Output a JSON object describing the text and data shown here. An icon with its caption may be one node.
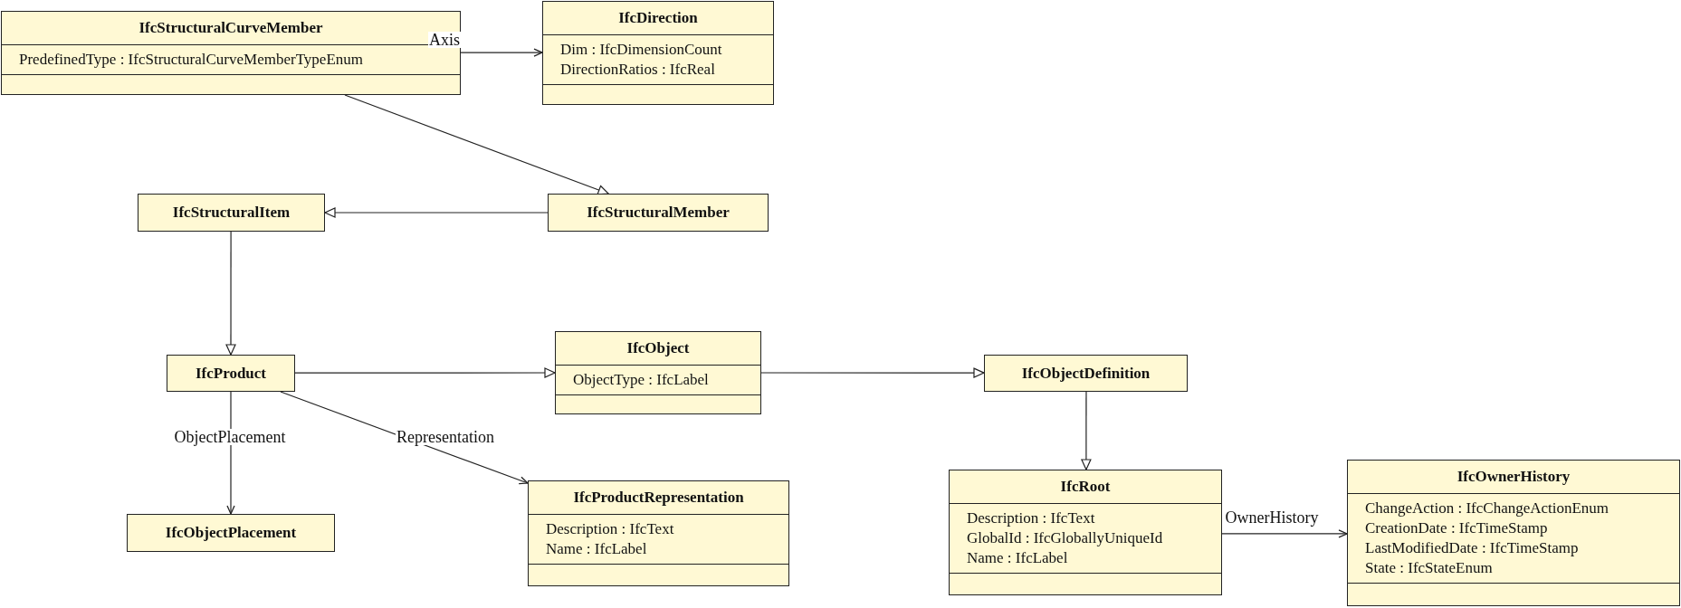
{
  "diagram": {
    "nodes": [
      {
        "text": [
          "IfcStructuralCurveMember",
          "PredefinedType : IfcStructuralCurveMemberTypeEnum"
        ]
      },
      {
        "text": [
          "IfcDirection",
          "Dim : IfcDimensionCount",
          "DirectionRatios : IfcReal"
        ]
      },
      {
        "text": [
          "IfcStructuralItem"
        ]
      },
      {
        "text": [
          "IfcStructuralMember"
        ]
      },
      {
        "text": [
          "IfcProduct"
        ]
      },
      {
        "text": [
          "IfcObject",
          "ObjectType : IfcLabel"
        ]
      },
      {
        "text": [
          "IfcObjectDefinition"
        ]
      },
      {
        "text": [
          "IfcObjectPlacement"
        ]
      },
      {
        "text": [
          "IfcProductRepresentation",
          "Description : IfcText",
          "Name : IfcLabel"
        ]
      },
      {
        "text": [
          "IfcRoot",
          "Description : IfcText",
          "GlobalId : IfcGloballyUniqueId",
          "Name : IfcLabel"
        ]
      },
      {
        "text": [
          "IfcOwnerHistory",
          "ChangeAction : IfcChangeActionEnum",
          "CreationDate : IfcTimeStamp",
          "LastModifiedDate : IfcTimeStamp",
          "State : IfcStateEnum"
        ]
      }
    ],
    "edges": [
      {
        "from": 0,
        "to": 1,
        "arrow": "to",
        "label": "Axis"
      },
      {
        "from": 0,
        "to": 3,
        "arrow": "to"
      },
      {
        "from": 3,
        "to": 2,
        "arrow": "to"
      },
      {
        "from": 2,
        "to": 4,
        "arrow": "to"
      },
      {
        "from": 4,
        "to": 5,
        "arrow": "to"
      },
      {
        "from": 5,
        "to": 6,
        "arrow": "to"
      },
      {
        "from": 6,
        "to": 9,
        "arrow": "to"
      },
      {
        "from": 4,
        "to": 7,
        "arrow": "to",
        "label": "ObjectPlacement"
      },
      {
        "from": 4,
        "to": 8,
        "arrow": "to",
        "label": "Representation"
      },
      {
        "from": 9,
        "to": 10,
        "arrow": "to",
        "label": "OwnerHistory"
      }
    ]
  }
}
